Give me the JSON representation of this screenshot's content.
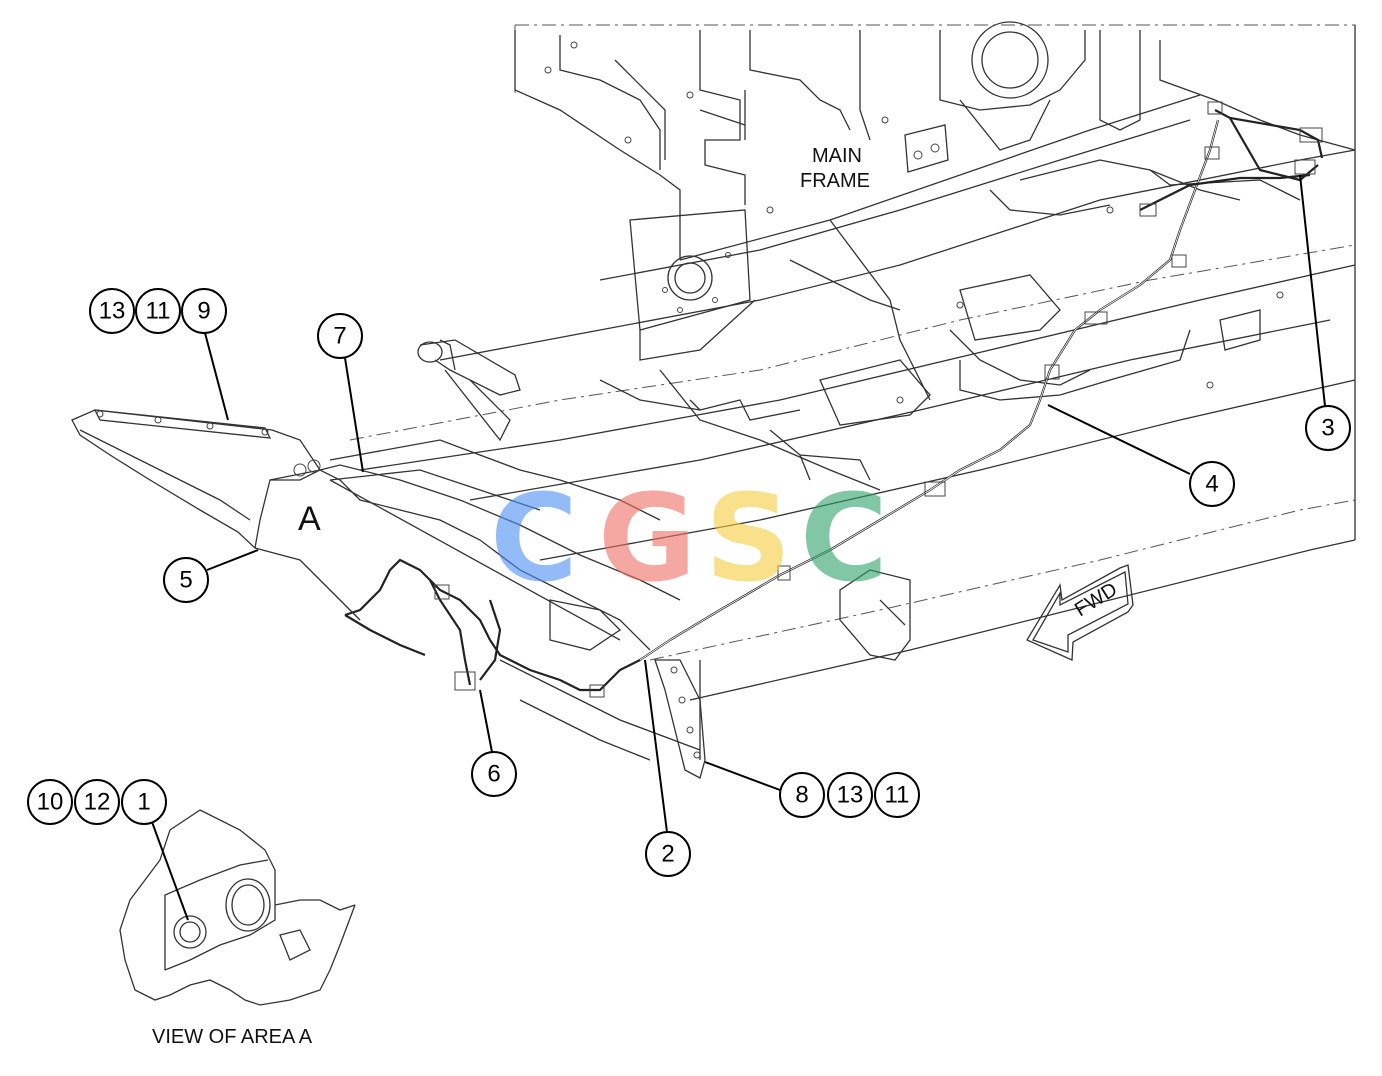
{
  "labels": {
    "main_frame_line1": "MAIN",
    "main_frame_line2": "FRAME",
    "area_marker": "A",
    "view_caption": "VIEW OF AREA A",
    "fwd": "FWD"
  },
  "watermark": {
    "letters": [
      {
        "char": "C",
        "color": "#4d8ff5"
      },
      {
        "char": "G",
        "color": "#ef6f63"
      },
      {
        "char": "S",
        "color": "#f6cc3d"
      },
      {
        "char": "C",
        "color": "#2ea36a"
      }
    ]
  },
  "callouts": {
    "c13a": "13",
    "c11a": "11",
    "c9": "9",
    "c7": "7",
    "c5": "5",
    "c6": "6",
    "c2": "2",
    "c8": "8",
    "c13b": "13",
    "c11b": "11",
    "c4": "4",
    "c3": "3",
    "c10": "10",
    "c12": "12",
    "c1": "1"
  }
}
